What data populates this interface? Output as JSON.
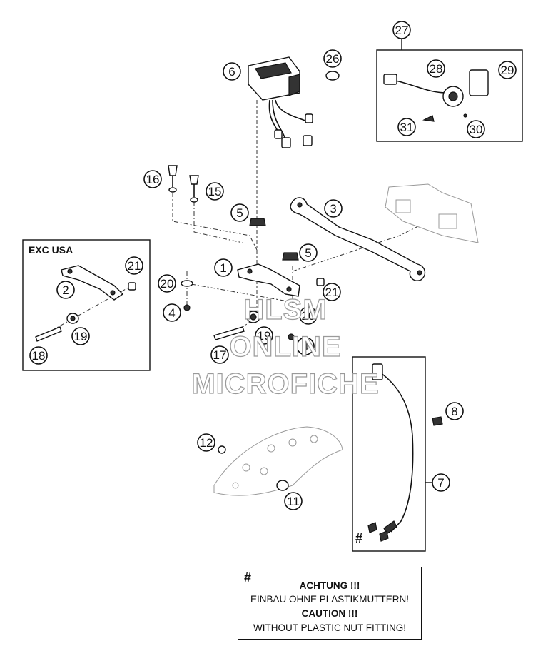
{
  "box_labels": {
    "exc_usa": "EXC USA"
  },
  "callouts": [
    {
      "id": "c1",
      "label": "1"
    },
    {
      "id": "c2",
      "label": "2"
    },
    {
      "id": "c3",
      "label": "3"
    },
    {
      "id": "c4a",
      "label": "4"
    },
    {
      "id": "c4b",
      "label": "4"
    },
    {
      "id": "c5a",
      "label": "5"
    },
    {
      "id": "c5b",
      "label": "5"
    },
    {
      "id": "c6",
      "label": "6"
    },
    {
      "id": "c7",
      "label": "7"
    },
    {
      "id": "c8",
      "label": "8"
    },
    {
      "id": "c11",
      "label": "11"
    },
    {
      "id": "c12",
      "label": "12"
    },
    {
      "id": "c15",
      "label": "15"
    },
    {
      "id": "c16",
      "label": "16"
    },
    {
      "id": "c17",
      "label": "17"
    },
    {
      "id": "c18",
      "label": "18"
    },
    {
      "id": "c19a",
      "label": "19"
    },
    {
      "id": "c19b",
      "label": "19"
    },
    {
      "id": "c20a",
      "label": "20"
    },
    {
      "id": "c20b",
      "label": "20"
    },
    {
      "id": "c21a",
      "label": "21"
    },
    {
      "id": "c21b",
      "label": "21"
    },
    {
      "id": "c26",
      "label": "26"
    },
    {
      "id": "c27",
      "label": "27"
    },
    {
      "id": "c28",
      "label": "28"
    },
    {
      "id": "c29",
      "label": "29"
    },
    {
      "id": "c30",
      "label": "30"
    },
    {
      "id": "c31",
      "label": "31"
    }
  ],
  "watermark": {
    "line1": "HLSM",
    "line2": "ONLINE",
    "line3": "MICROFICHE"
  },
  "notice": {
    "symbol": "#",
    "line1": "ACHTUNG !!!",
    "line2": "EINBAU OHNE PLASTIKMUTTERN!",
    "line3": "CAUTION !!!",
    "line4": "WITHOUT PLASTIC NUT FITTING!"
  },
  "cable_mark": "#"
}
